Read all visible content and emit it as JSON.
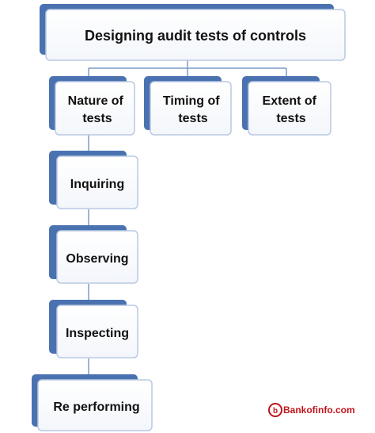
{
  "diagram": {
    "title": "Designing audit tests of controls",
    "branches": [
      {
        "lines": [
          "Nature of",
          "tests"
        ]
      },
      {
        "lines": [
          "Timing of",
          "tests"
        ]
      },
      {
        "lines": [
          "Extent of",
          "tests"
        ]
      }
    ],
    "steps": [
      "Inquiring",
      "Observing",
      "Inspecting",
      "Re performing"
    ]
  },
  "watermark": {
    "text": "Bankofinfo.com"
  },
  "colors": {
    "accent": "#4a72b0",
    "box_fill": "#ffffff",
    "box_border": "#b9c9e2",
    "connector": "#7a9cc6",
    "watermark": "#c0141c"
  }
}
